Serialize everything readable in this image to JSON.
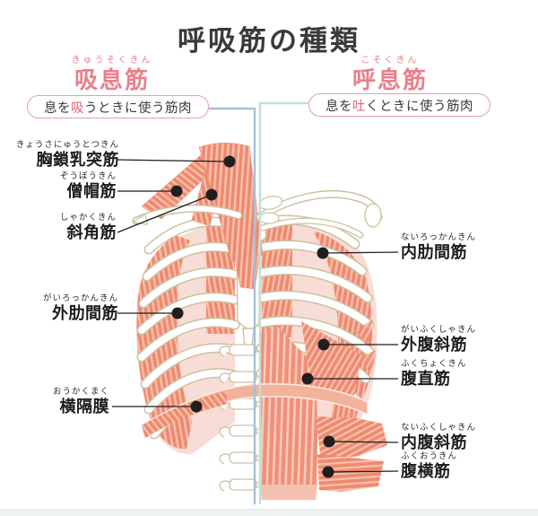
{
  "title": "呼吸筋の種類",
  "sections": {
    "inhale": {
      "furigana": "きゅうそくきん",
      "heading": "吸息筋",
      "pill_prefix": "息を",
      "pill_highlight": "吸",
      "pill_suffix": "うときに使う筋肉"
    },
    "exhale": {
      "furigana": "こそくきん",
      "heading": "呼息筋",
      "pill_prefix": "息を",
      "pill_highlight": "吐",
      "pill_suffix": "くときに使う筋肉"
    }
  },
  "inhale_muscles": [
    {
      "furigana": "きょうさにゅうとつきん",
      "name": "胸鎖乳突筋"
    },
    {
      "furigana": "ぞうぼうきん",
      "name": "僧帽筋"
    },
    {
      "furigana": "しゃかくきん",
      "name": "斜角筋"
    },
    {
      "furigana": "がいろっかんきん",
      "name": "外肋間筋"
    },
    {
      "furigana": "おうかくまく",
      "name": "横隔膜"
    }
  ],
  "exhale_muscles": [
    {
      "furigana": "ないろっかんきん",
      "name": "内肋間筋"
    },
    {
      "furigana": "がいふくしゃきん",
      "name": "外腹斜筋"
    },
    {
      "furigana": "ふくちょくきん",
      "name": "腹直筋"
    },
    {
      "furigana": "ないふくしゃきん",
      "name": "内腹斜筋"
    },
    {
      "furigana": "ふくおうきん",
      "name": "腹横筋"
    }
  ],
  "colors": {
    "accent_pink_text": "#e8808b",
    "pill_border": "#dfa2ad",
    "pill_highlight_char": "#e06575",
    "muscle_salmon": "#ee8a70",
    "muscle_stripe_light": "#f8c1af",
    "intercostal_pale_pink": "#f8dcd6",
    "bone_outline": "#cbc29f",
    "divider_inhale": "#aabdd8",
    "divider_exhale": "#bfe0da",
    "label_text": "#1c1c1c",
    "marker_dot": "#1f1f1f"
  }
}
